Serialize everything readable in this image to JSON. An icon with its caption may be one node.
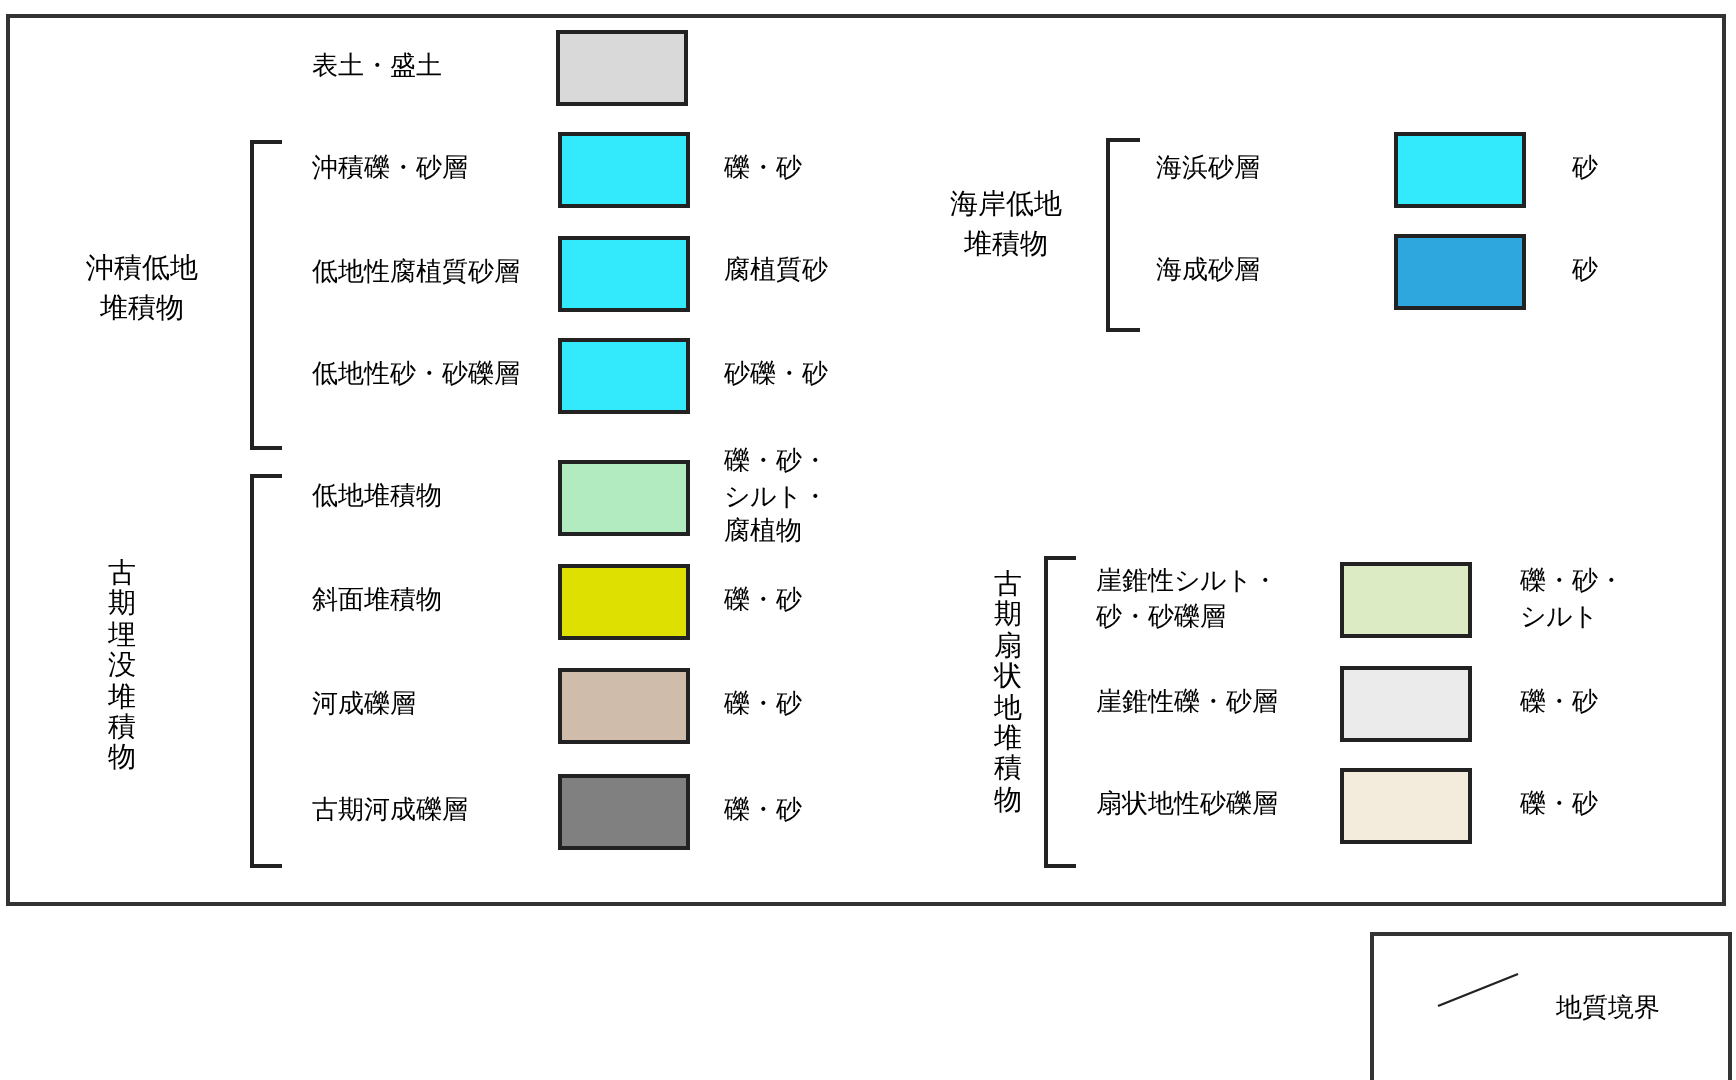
{
  "diagram": {
    "labels": [
      "沖積低地堆積物",
      "礫・砂",
      "腐植質砂",
      "砂礫・砂",
      "古期埋没堆積物",
      "礫・砂・シルト・腐植物",
      "礫・砂",
      "礫・砂",
      "礫・砂",
      "海岸低地堆積物",
      "砂",
      "砂",
      "古期扇状地堆積物",
      "礫・砂・シルト",
      "礫・砂",
      "礫・砂"
    ],
    "legend": [
      {
        "text": "表土・盛土",
        "color": "#d9d9d9"
      },
      {
        "text": "沖積礫・砂層",
        "color": "#33eafc"
      },
      {
        "text": "低地性腐植質砂層",
        "color": "#33eafc"
      },
      {
        "text": "低地性砂・砂礫層",
        "color": "#33eafc"
      },
      {
        "text": "低地堆積物",
        "color": "#b3ebc1"
      },
      {
        "text": "斜面堆積物",
        "color": "#dde000"
      },
      {
        "text": "河成礫層",
        "color": "#d0bcaa"
      },
      {
        "text": "古期河成礫層",
        "color": "#808080"
      },
      {
        "text": "海浜砂層",
        "color": "#33eafc"
      },
      {
        "text": "海成砂層",
        "color": "#2ea6de"
      },
      {
        "text": "崖錐性シルト・砂・砂礫層",
        "color": "#dcebc4"
      },
      {
        "text": "崖錐性礫・砂層",
        "color": "#ebebeb"
      },
      {
        "text": "扇状地性砂礫層",
        "color": "#f3ecdc"
      },
      {
        "text": "地質境界"
      }
    ]
  }
}
